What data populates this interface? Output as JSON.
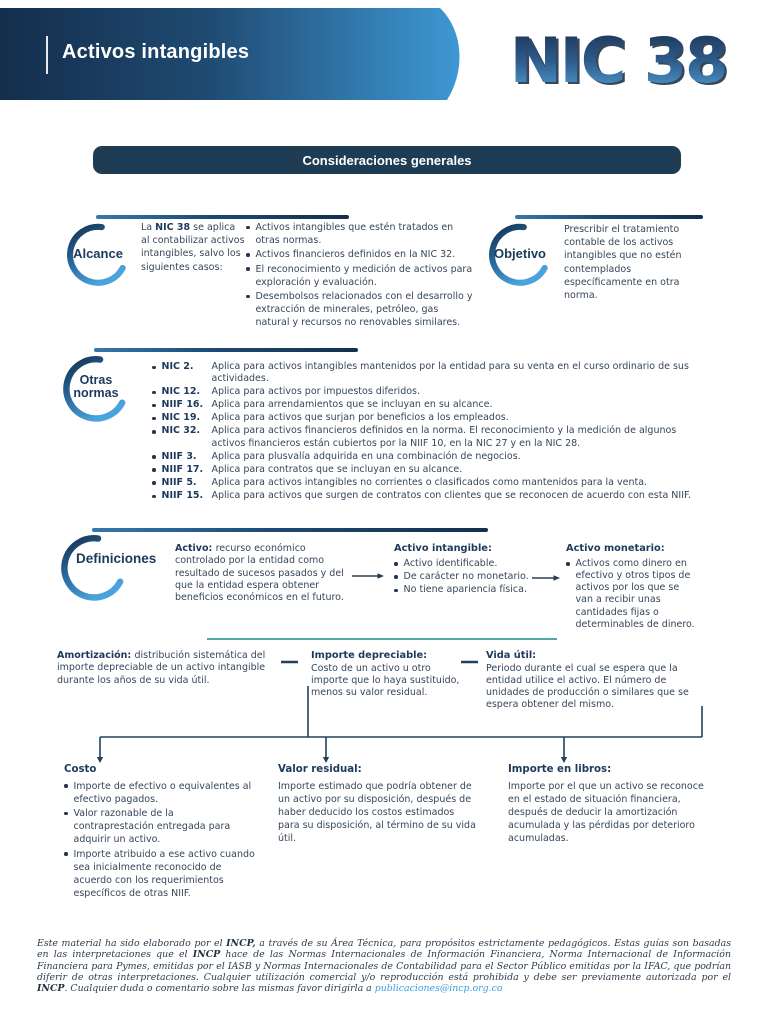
{
  "header": {
    "title": "Activos intangibles",
    "badge": "NIC 38"
  },
  "banner": {
    "label": "Consideraciones generales"
  },
  "alcance": {
    "label": "Alcance",
    "intro": [
      {
        "t": "La "
      },
      {
        "t": "NIC 38",
        "b": true
      },
      {
        "t": " se aplica al contabilizar activos intangibles, salvo los siguientes casos:"
      }
    ],
    "bullets": [
      "Activos intangibles que estén tratados en otras normas.",
      "Activos financieros definidos en la NIC 32.",
      "El reconocimiento y medición de activos para exploración y evaluación.",
      "Desembolsos relacionados con el desarrollo y extracción de minerales, petróleo, gas natural y recursos no renovables similares."
    ]
  },
  "objetivo": {
    "label": "Objetivo",
    "text": "Prescribir el tratamiento contable de los activos intangibles que no estén contemplados específicamente en otra norma."
  },
  "otras_normas": {
    "label_line1": "Otras",
    "label_line2": "normas",
    "items": [
      {
        "norm": "NIC 2.",
        "text": "Aplica para activos intangibles mantenidos por la entidad para su venta en el curso ordinario de sus actividades."
      },
      {
        "norm": "NIC 12.",
        "text": "Aplica para activos por impuestos diferidos."
      },
      {
        "norm": "NIIF 16.",
        "text": "Aplica para arrendamientos que se incluyan en su alcance."
      },
      {
        "norm": "NIC 19.",
        "text": "Aplica para activos que surjan por beneficios a los empleados."
      },
      {
        "norm": "NIC 32.",
        "text": "Aplica para activos financieros definidos en la norma. El reconocimiento y la medición de algunos activos financieros están cubiertos por la NIIF 10, en la NIC 27 y en la NIC 28."
      },
      {
        "norm": "NIIF 3.",
        "text": "Aplica para plusvalía adquirida en una combinación de negocios."
      },
      {
        "norm": "NIIF 17.",
        "text": "Aplica para contratos que se incluyan en su alcance."
      },
      {
        "norm": "NIIF 5.",
        "text": "Aplica para activos intangibles no corrientes o clasificados como mantenidos para la venta."
      },
      {
        "norm": "NIIF 15.",
        "text": "Aplica para activos que surgen de contratos con clientes que se reconocen de acuerdo con esta NIIF."
      }
    ]
  },
  "definiciones": {
    "label": "Definiciones",
    "activo": [
      {
        "t": "Activo: ",
        "b": true
      },
      {
        "t": "recurso económico controlado por la entidad como resultado de sucesos pasados y del que la entidad espera obtener beneficios económicos en el futuro."
      }
    ],
    "activo_intangible": {
      "title": "Activo intangible:",
      "bullets": [
        "Activo identificable.",
        "De carácter no monetario.",
        "No tiene apariencia física."
      ]
    },
    "activo_monetario": {
      "title": "Activo monetario:",
      "bullets": [
        "Activos como dinero en efectivo y otros tipos de activos por los que se van a recibir unas cantidades fijas o determinables de dinero."
      ]
    }
  },
  "conceptos": {
    "amortizacion": [
      {
        "t": "Amortización: ",
        "b": true
      },
      {
        "t": "distribución sistemática del importe depreciable de un activo intangible durante los años de su vida útil."
      }
    ],
    "importe_depreciable": {
      "title": "Importe depreciable:",
      "text": "Costo de un activo u otro importe que lo haya sustituido, menos su valor residual."
    },
    "vida_util": {
      "title": "Vida útil:",
      "text": "Periodo durante el cual se espera que la entidad utilice el activo. El número de unidades de producción o similares que se espera obtener del mismo."
    }
  },
  "detalles": {
    "costo": {
      "title": "Costo",
      "bullets": [
        "Importe de efectivo o equivalentes al efectivo pagados.",
        "Valor razonable de la contraprestación entregada para adquirir un activo.",
        "Importe atribuido a ese activo cuando sea inicialmente reconocido de acuerdo con los requerimientos específicos de otras NIIF."
      ]
    },
    "valor_residual": {
      "title": "Valor residual:",
      "text": "Importe estimado que podría obtener de un activo por su disposición, después de haber deducido los costos estimados para su disposición, al término de su vida útil."
    },
    "importe_libros": {
      "title": "Importe en libros:",
      "text": "Importe por el que un activo se reconoce en el estado de situación financiera, después de deducir la amortización acumulada y las pérdidas por deterioro acumuladas."
    }
  },
  "footer": {
    "segments": [
      {
        "t": "Este material ha sido elaborado por el "
      },
      {
        "t": "INCP,",
        "b": true
      },
      {
        "t": " a través de su Área Técnica, para propósitos estrictamente pedagógicos. Estas guías son basadas en las interpretaciones que el "
      },
      {
        "t": "INCP",
        "b": true
      },
      {
        "t": " hace de las Normas Internacionales de Información Financiera, Norma Internacional de Información Financiera para Pymes, emitidas por el IASB y Normas Internacionales de Contabilidad para el Sector Público emitidas por la IFAC, que podrían diferir de otras interpretaciones. Cualquier utilización comercial y/o reproducción está prohibida y debe ser previamente autorizada por el "
      },
      {
        "t": "INCP",
        "b": true
      },
      {
        "t": ". Cualquier duda o comentario sobre las mismas favor dirigirla a "
      },
      {
        "t": "publicaciones@incp.org.co",
        "link": true
      }
    ]
  },
  "colors": {
    "accent_dark": "#16304e",
    "accent_blue": "#3e98d4",
    "teal_divider": "#4fa8a2",
    "link_blue": "#3aa0dc"
  }
}
